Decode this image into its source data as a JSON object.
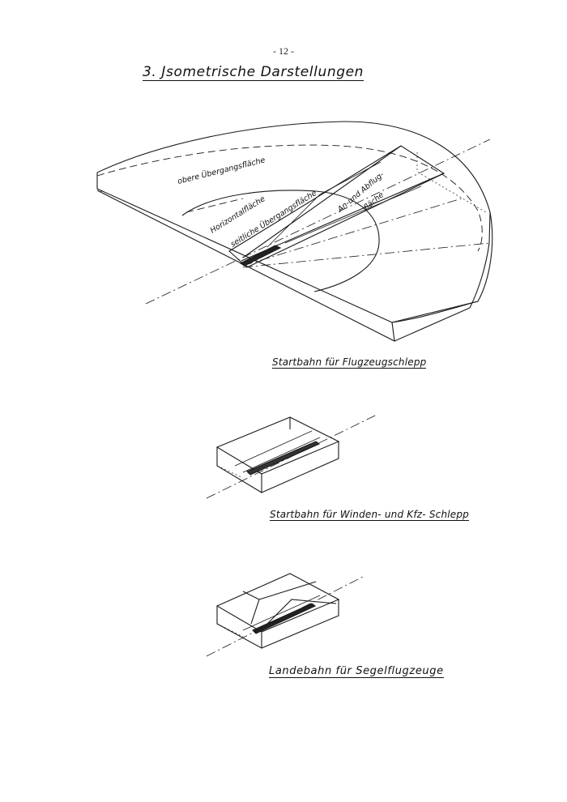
{
  "page": {
    "number": "- 12 -",
    "title": "3. Jsometrische Darstellungen"
  },
  "figures": {
    "fig1": {
      "caption": "Startbahn für Flugzeugschlepp",
      "labels": {
        "obere": "obere Übergangsfläche",
        "horizontal": "Horizontalfläche",
        "seitlich": "seitliche Übergangsfläche",
        "an_ab_line1": "An-und Abflug-",
        "an_ab_line2": "fläche"
      }
    },
    "fig2": {
      "caption": "Startbahn für Winden- und  Kfz- Schlepp"
    },
    "fig3": {
      "caption": "Landebahn für Segelflugzeuge"
    }
  }
}
